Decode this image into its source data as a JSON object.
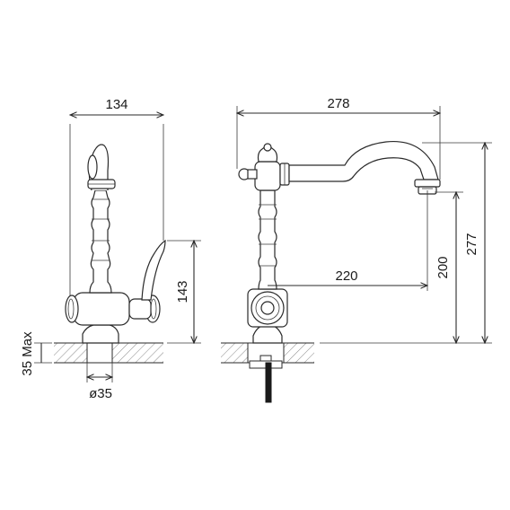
{
  "dimensions": {
    "side_width": "134",
    "front_width": "278",
    "spout_reach": "220",
    "spout_height": "200",
    "total_height": "277",
    "handle_height": "143",
    "deck_thickness": "35 Max",
    "hole_diameter": "ø35"
  },
  "colors": {
    "line": "#2a2a2a",
    "hatch": "#6a6a6a",
    "background": "#ffffff"
  }
}
